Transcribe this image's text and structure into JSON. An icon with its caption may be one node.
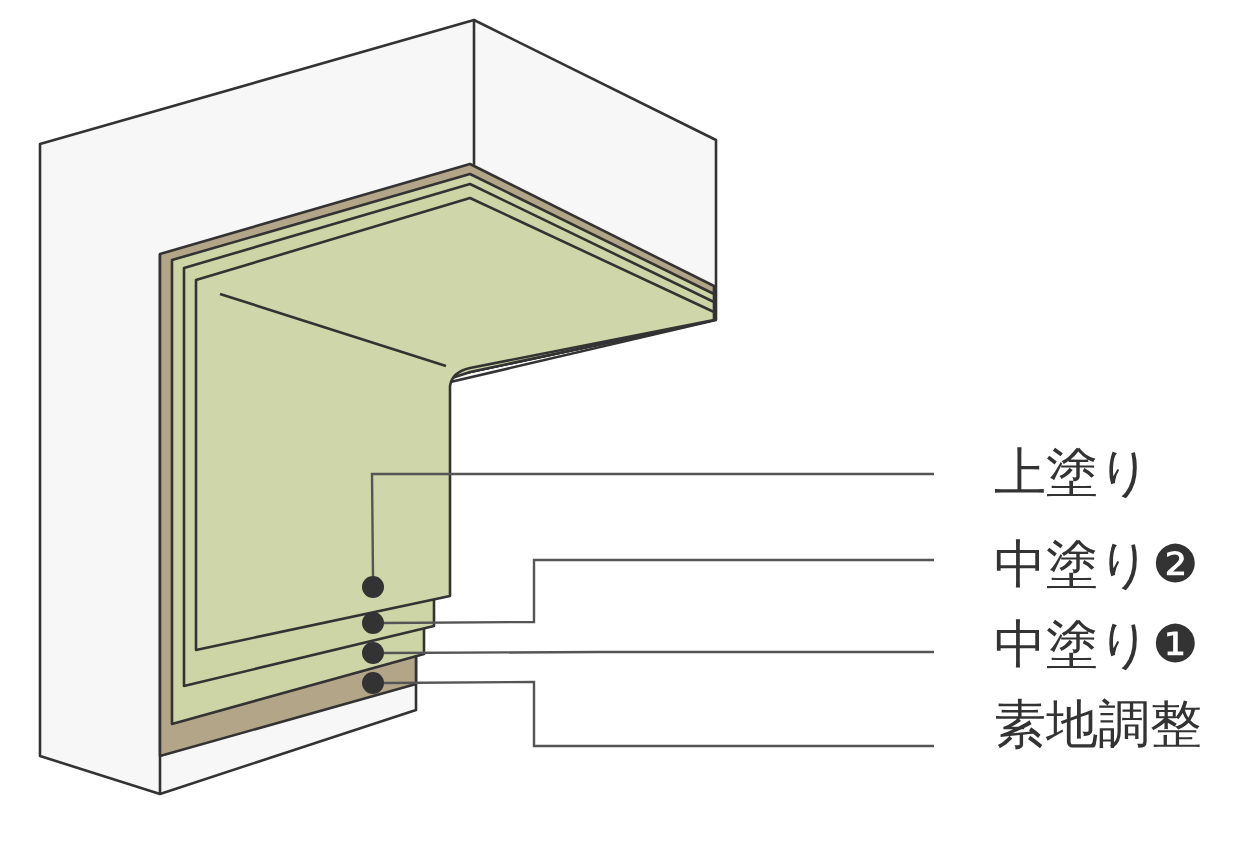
{
  "diagram": {
    "nodes": [
      {
        "text": [
          "上塗り"
        ]
      },
      {
        "text": [
          "中塗り❷"
        ]
      },
      {
        "text": [
          "中塗り❶"
        ]
      },
      {
        "text": [
          "素地調整"
        ]
      },
      {
        "text": [],
        "shape": "circle"
      },
      {
        "text": [],
        "shape": "circle"
      },
      {
        "text": [],
        "shape": "circle"
      },
      {
        "text": [],
        "shape": "circle"
      }
    ],
    "edges": [
      {
        "from": 0,
        "to": 4,
        "arrow": "none"
      },
      {
        "from": 1,
        "to": 5,
        "arrow": "none"
      },
      {
        "from": 2,
        "to": 6,
        "arrow": "none"
      },
      {
        "from": 3,
        "to": 7,
        "arrow": "none"
      }
    ]
  }
}
